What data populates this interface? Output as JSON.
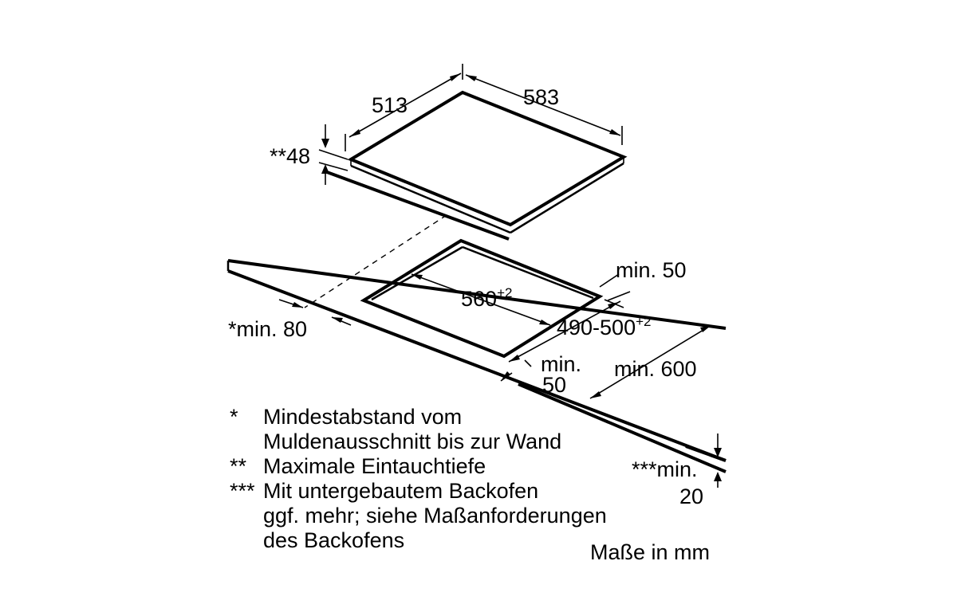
{
  "hob": {
    "width": "513",
    "depth": "583",
    "height": "**48"
  },
  "cutout": {
    "width_value": "560",
    "width_tolerance": "+2",
    "depth_value": "490-500",
    "depth_tolerance": "+2"
  },
  "clearances": {
    "rear": "min. 50",
    "side_wall": "*min. 80",
    "front_line1": "min.",
    "front_line2": "50",
    "worktop_depth": "min. 600",
    "worktop_thickness_line1": "***min.",
    "worktop_thickness_line2": "20"
  },
  "notes": [
    {
      "mark": "*",
      "lines": [
        "Mindestabstand vom",
        "Muldenausschnitt bis zur Wand"
      ]
    },
    {
      "mark": "**",
      "lines": [
        "Maximale Eintauchtiefe"
      ]
    },
    {
      "mark": "***",
      "lines": [
        "Mit untergebautem Backofen",
        "ggf. mehr; siehe Maßanforderungen",
        "des Backofens"
      ]
    }
  ],
  "units_label": "Maße in mm"
}
